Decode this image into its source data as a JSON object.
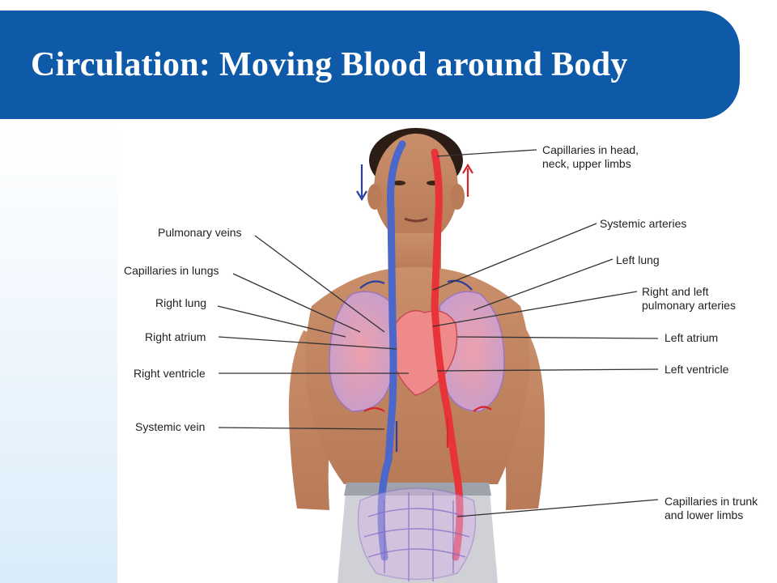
{
  "slide": {
    "title": "Circulation:  Moving Blood around Body"
  },
  "labels": {
    "capillaries_head": "Capillaries in head,\nneck, upper limbs",
    "systemic_arteries": "Systemic arteries",
    "left_lung": "Left lung",
    "pulmonary_arteries": "Right and left\npulmonary arteries",
    "left_atrium": "Left atrium",
    "left_ventricle": "Left ventricle",
    "capillaries_trunk": "Capillaries in trunk\nand lower limbs",
    "pulmonary_veins": "Pulmonary veins",
    "capillaries_lungs": "Capillaries in lungs",
    "right_lung": "Right lung",
    "right_atrium": "Right atrium",
    "right_ventricle": "Right ventricle",
    "systemic_vein": "Systemic vein"
  },
  "colors": {
    "banner": "#0f5aa8",
    "oxygenated": "#e8333a",
    "deoxygenated": "#4a67c9",
    "skin": "#c98e6a"
  }
}
